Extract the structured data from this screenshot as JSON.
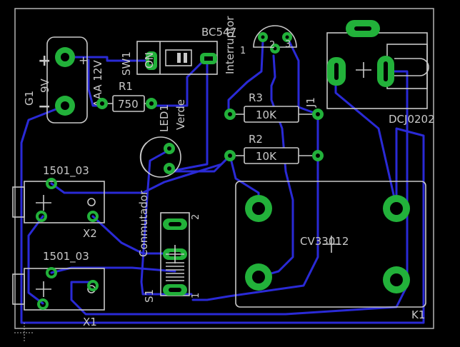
{
  "labels": {
    "g1": "G1",
    "g1_voltage": "9V",
    "battery": "AAA 12V",
    "plus": "+",
    "minus": "−",
    "sw1": "SW1",
    "sw1_on": "ON",
    "r1": "R1",
    "r1_value": "750",
    "led1": "LED1",
    "led1_color": "Verde",
    "q1": "BC547",
    "q1_pin1": "1",
    "q1_pin2": "2",
    "q1_pin3": "3",
    "interruptor": "Interruptor",
    "r3": "R3",
    "r3_value": "10K",
    "r2": "R2",
    "r2_value": "10K",
    "j1": "J1",
    "dcj": "DCJ0202",
    "x2_type": "1501_03",
    "x2": "X2",
    "x1_type": "1501_03",
    "x1": "X1",
    "conmutador": "Conmutador",
    "s1": "S1",
    "s1_pin2": "2",
    "s1_pin1": "1",
    "relay": "CV33012",
    "k1": "K1"
  },
  "colors": {
    "background": "#000000",
    "trace": "#2a2ad6",
    "pad": "#22b13a",
    "silkscreen": "#c8c8c8"
  }
}
